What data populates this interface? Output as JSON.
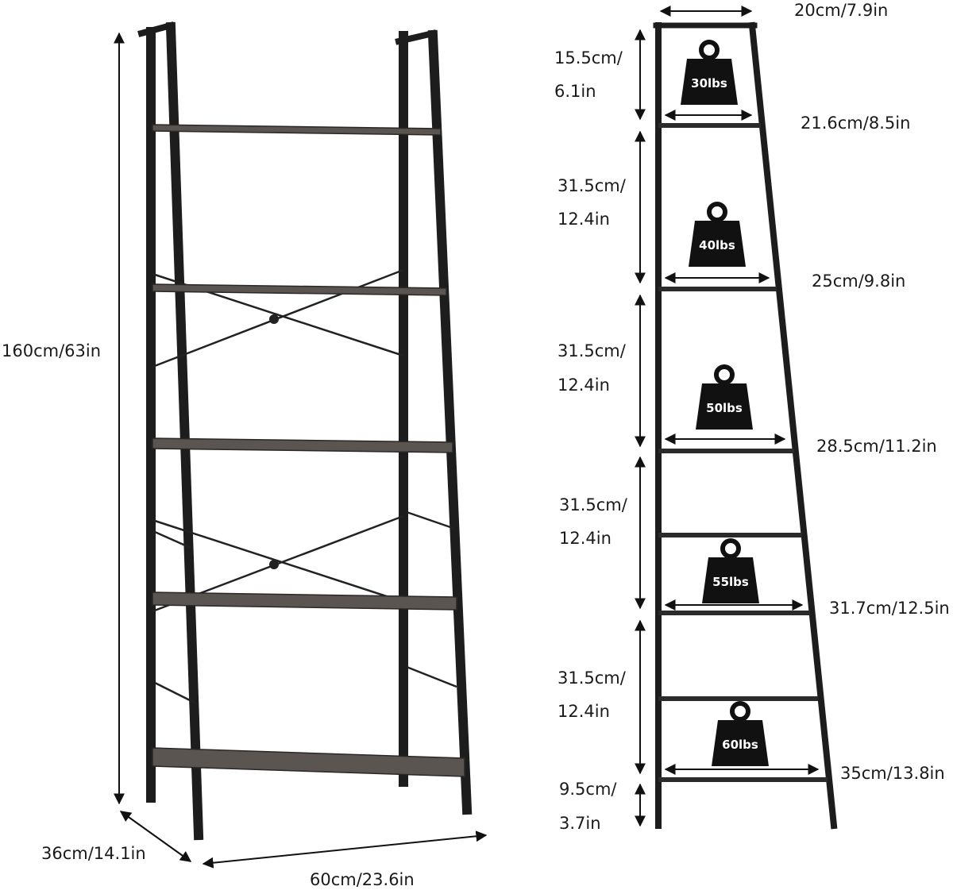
{
  "front_view": {
    "height_label": "160cm/63in",
    "depth_label": "36cm/14.1in",
    "width_label": "60cm/23.6in",
    "frame_color": "#1d1d1d",
    "shelf_color": "#5b5552"
  },
  "side_view": {
    "top_width_label": "20cm/7.9in",
    "shelves": [
      {
        "width_label": "21.6cm/8.5in",
        "gap_line1": "15.5cm/",
        "gap_line2": "6.1in",
        "load": "30lbs"
      },
      {
        "width_label": "25cm/9.8in",
        "gap_line1": "31.5cm/",
        "gap_line2": "12.4in",
        "load": "40lbs"
      },
      {
        "width_label": "28.5cm/11.2in",
        "gap_line1": "31.5cm/",
        "gap_line2": "12.4in",
        "load": "50lbs"
      },
      {
        "width_label": "31.7cm/12.5in",
        "gap_line1": "31.5cm/",
        "gap_line2": "12.4in",
        "load": "55lbs"
      },
      {
        "width_label": "35cm/13.8in",
        "gap_line1": "31.5cm/",
        "gap_line2": "12.4in",
        "load": "60lbs"
      }
    ],
    "base_gap_line1": "9.5cm/",
    "base_gap_line2": "3.7in"
  }
}
